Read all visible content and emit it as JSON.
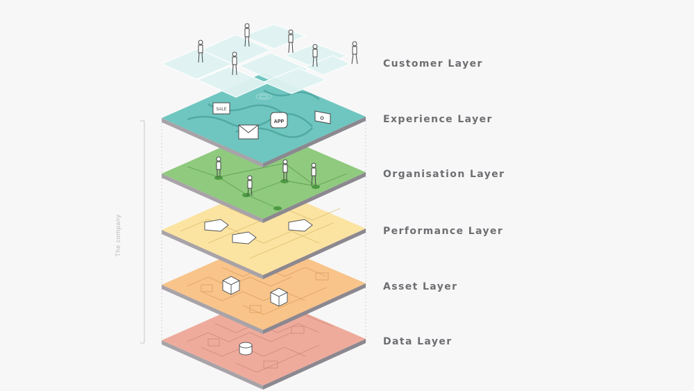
{
  "layers": [
    {
      "key": "customer",
      "label": "Customer Layer",
      "color": "#dff3f2"
    },
    {
      "key": "experience",
      "label": "Experience Layer",
      "color": "#6fc6c0"
    },
    {
      "key": "organisation",
      "label": "Organisation Layer",
      "color": "#8fca7e"
    },
    {
      "key": "performance",
      "label": "Performance Layer",
      "color": "#fbe3a1"
    },
    {
      "key": "asset",
      "label": "Asset Layer",
      "color": "#f8c48a"
    },
    {
      "key": "data",
      "label": "Data Layer",
      "color": "#eeab9c"
    }
  ],
  "company_label": "The company",
  "icons": {
    "customer": "person-icon",
    "experience": [
      "email-icon",
      "app-icon",
      "cart-window-icon",
      "sale-window-icon",
      "wifi-icon"
    ],
    "organisation": "person-icon",
    "performance": "tag-icon",
    "asset": "cube-icon",
    "data": "database-icon"
  },
  "experience_badges": {
    "app": "APP",
    "sale": "SALE"
  }
}
